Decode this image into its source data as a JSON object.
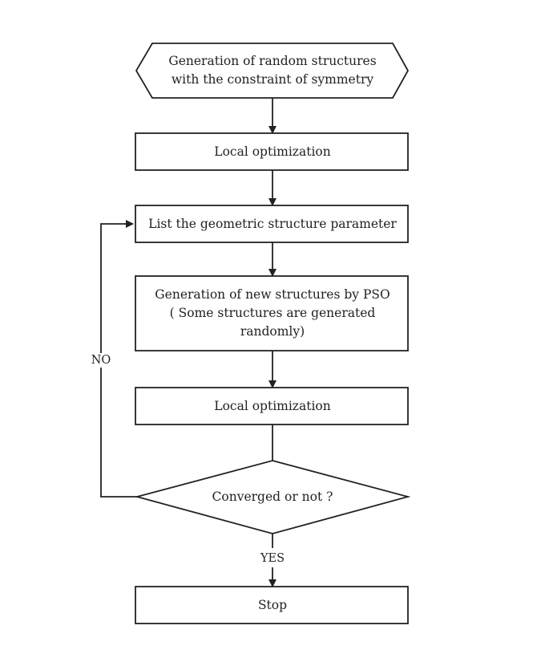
{
  "nodes": {
    "start": {
      "line1": "Generation of random structures",
      "line2": "with the constraint of symmetry"
    },
    "local_opt_1": {
      "label": "Local optimization"
    },
    "list_params": {
      "label": "List the geometric structure parameter"
    },
    "pso": {
      "line1": "Generation of new structures by PSO",
      "line2": "( Some structures are generated",
      "line3": "randomly)"
    },
    "local_opt_2": {
      "label": "Local optimization"
    },
    "decision": {
      "label": "Converged or not ?"
    },
    "stop": {
      "label": "Stop"
    }
  },
  "edges": {
    "no_label": "NO",
    "yes_label": "YES"
  },
  "colors": {
    "stroke": "#222222",
    "background": "#ffffff"
  }
}
